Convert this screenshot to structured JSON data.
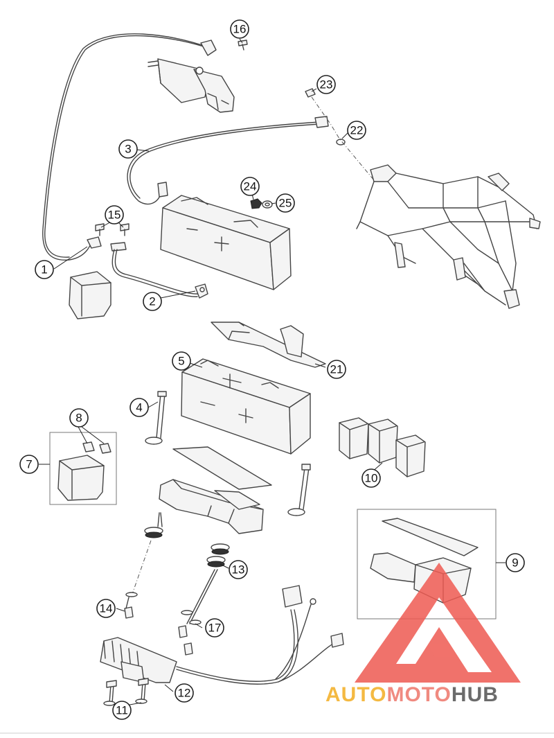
{
  "callouts": [
    {
      "id": "c1",
      "label": "1"
    },
    {
      "id": "c2",
      "label": "2"
    },
    {
      "id": "c3",
      "label": "3"
    },
    {
      "id": "c4",
      "label": "4"
    },
    {
      "id": "c5",
      "label": "5"
    },
    {
      "id": "c7",
      "label": "7"
    },
    {
      "id": "c8",
      "label": "8"
    },
    {
      "id": "c9",
      "label": "9"
    },
    {
      "id": "c10",
      "label": "10"
    },
    {
      "id": "c11",
      "label": "11"
    },
    {
      "id": "c12",
      "label": "12"
    },
    {
      "id": "c13",
      "label": "13"
    },
    {
      "id": "c14",
      "label": "14"
    },
    {
      "id": "c15",
      "label": "15"
    },
    {
      "id": "c16",
      "label": "16"
    },
    {
      "id": "c17",
      "label": "17"
    },
    {
      "id": "c21",
      "label": "21"
    },
    {
      "id": "c22",
      "label": "22"
    },
    {
      "id": "c23",
      "label": "23"
    },
    {
      "id": "c24",
      "label": "24"
    },
    {
      "id": "c25",
      "label": "25"
    }
  ],
  "watermark": {
    "part1": "AUTO",
    "part2": "MOTO",
    "part3": "HUB",
    "color_auto": "#f4b942",
    "color_moto": "#f08a80",
    "color_hub": "#6b6b6b",
    "logo_color": "#ee5a52"
  },
  "colors": {
    "line": "#444444",
    "background": "#ffffff"
  }
}
